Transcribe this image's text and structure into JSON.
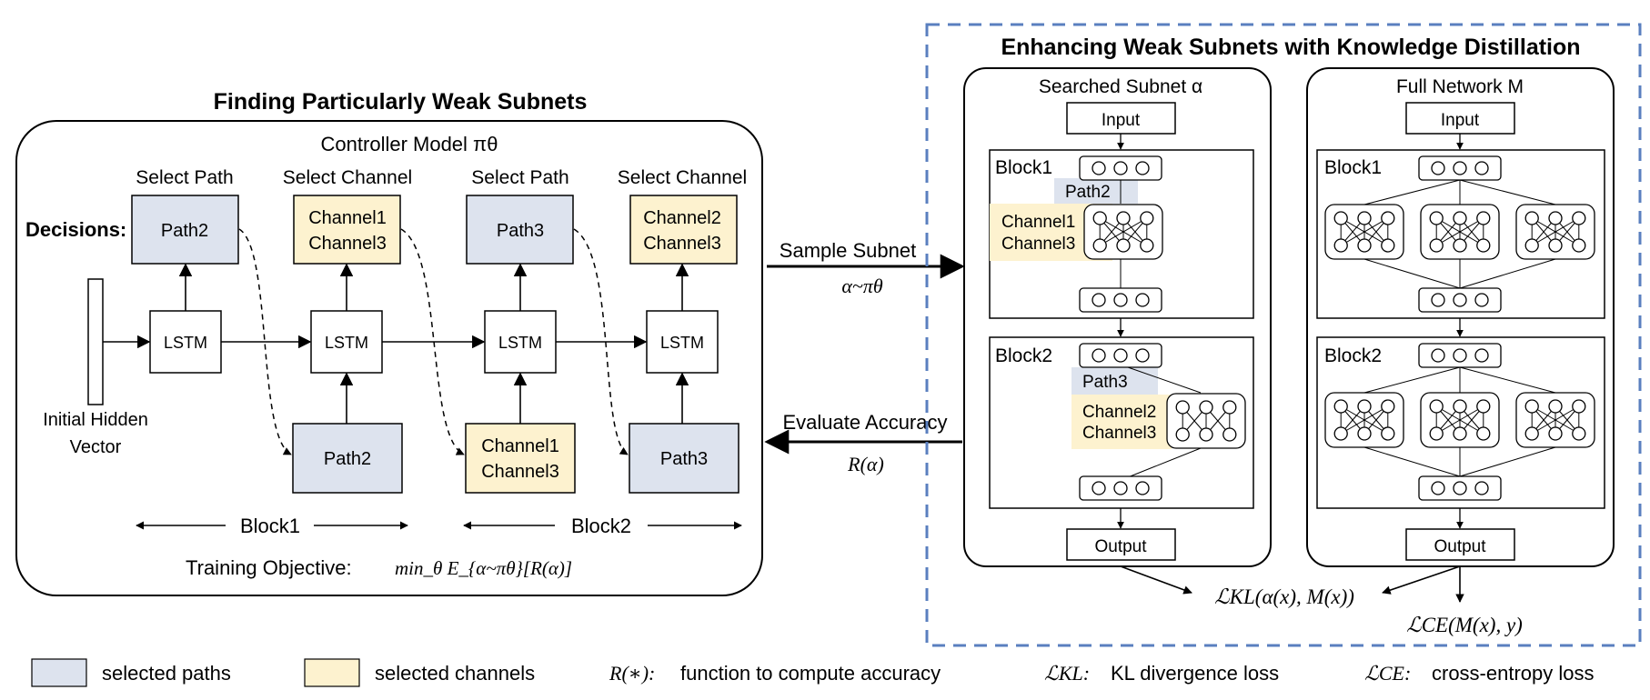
{
  "left_panel": {
    "title": "Finding Particularly Weak Subnets",
    "controller_label": "Controller Model πθ",
    "decisions_label": "Decisions:",
    "columns": [
      {
        "header": "Select Path",
        "decision_lines": [
          "Path2"
        ],
        "input_lines": [
          "Path2"
        ]
      },
      {
        "header": "Select Channel",
        "decision_lines": [
          "Channel1",
          "Channel3"
        ],
        "input_lines": [
          "Channel1",
          "Channel3"
        ]
      },
      {
        "header": "Select Path",
        "decision_lines": [
          "Path3"
        ],
        "input_lines": [
          "Path3"
        ]
      },
      {
        "header": "Select Channel",
        "decision_lines": [
          "Channel2",
          "Channel3"
        ],
        "input_lines": null
      }
    ],
    "lstm_label": "LSTM",
    "initial_vector_label": [
      "Initial Hidden",
      "Vector"
    ],
    "block1_label": "Block1",
    "block2_label": "Block2",
    "objective_label": "Training Objective:",
    "objective_formula": "min_θ E_{α~πθ}[R(α)]"
  },
  "middle": {
    "sample_label": "Sample Subnet",
    "sample_formula": "α~πθ",
    "evaluate_label": "Evaluate Accuracy",
    "evaluate_formula": "R(α)"
  },
  "right_panel": {
    "title": "Enhancing Weak Subnets with Knowledge Distillation",
    "searched_title": "Searched Subnet α",
    "full_title": "Full Network M",
    "input_label": "Input",
    "output_label": "Output",
    "block1_label": "Block1",
    "block2_label": "Block2",
    "sub_block1_path": "Path2",
    "sub_block1_channels": [
      "Channel1",
      "Channel3"
    ],
    "sub_block2_path": "Path3",
    "sub_block2_channels": [
      "Channel2",
      "Channel3"
    ],
    "kl_formula": "ℒKL(α(x), M(x))",
    "ce_formula": "ℒCE(M(x), y)"
  },
  "legend": {
    "paths_label": "selected paths",
    "channels_label": "selected channels",
    "r_symbol": "R(∗):",
    "r_desc": "function to compute accuracy",
    "kl_symbol": "ℒKL:",
    "kl_desc": "KL divergence loss",
    "ce_symbol": "ℒCE:",
    "ce_desc": "cross-entropy loss"
  },
  "colors": {
    "path_fill": "#dde3ee",
    "channel_fill": "#fdf2cf",
    "dashed_border": "#5a7fbf",
    "stroke": "#000000"
  }
}
